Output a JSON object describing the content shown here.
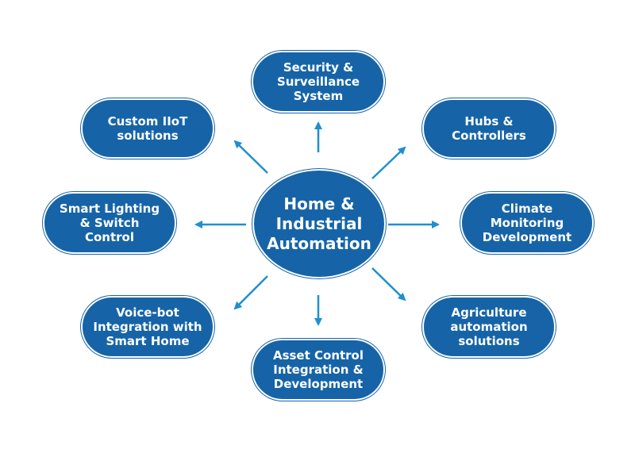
{
  "colors": {
    "node_fill": "#1664a7",
    "arrow": "#1f8fcf",
    "text": "#ffffff"
  },
  "center": {
    "label": "Home &\nIndustrial\nAutomation"
  },
  "nodes": {
    "security": "Security &\nSurveillance\nSystem",
    "hubs": "Hubs &\nControllers",
    "climate": "Climate\nMonitoring\nDevelopment",
    "agriculture": "Agriculture\nautomation\nsolutions",
    "asset": "Asset Control\nIntegration &\nDevelopment",
    "voice": "Voice-bot\nIntegration with\nSmart Home",
    "lighting": "Smart Lighting\n& Switch\nControl",
    "iiot": "Custom IIoT\nsolutions"
  }
}
